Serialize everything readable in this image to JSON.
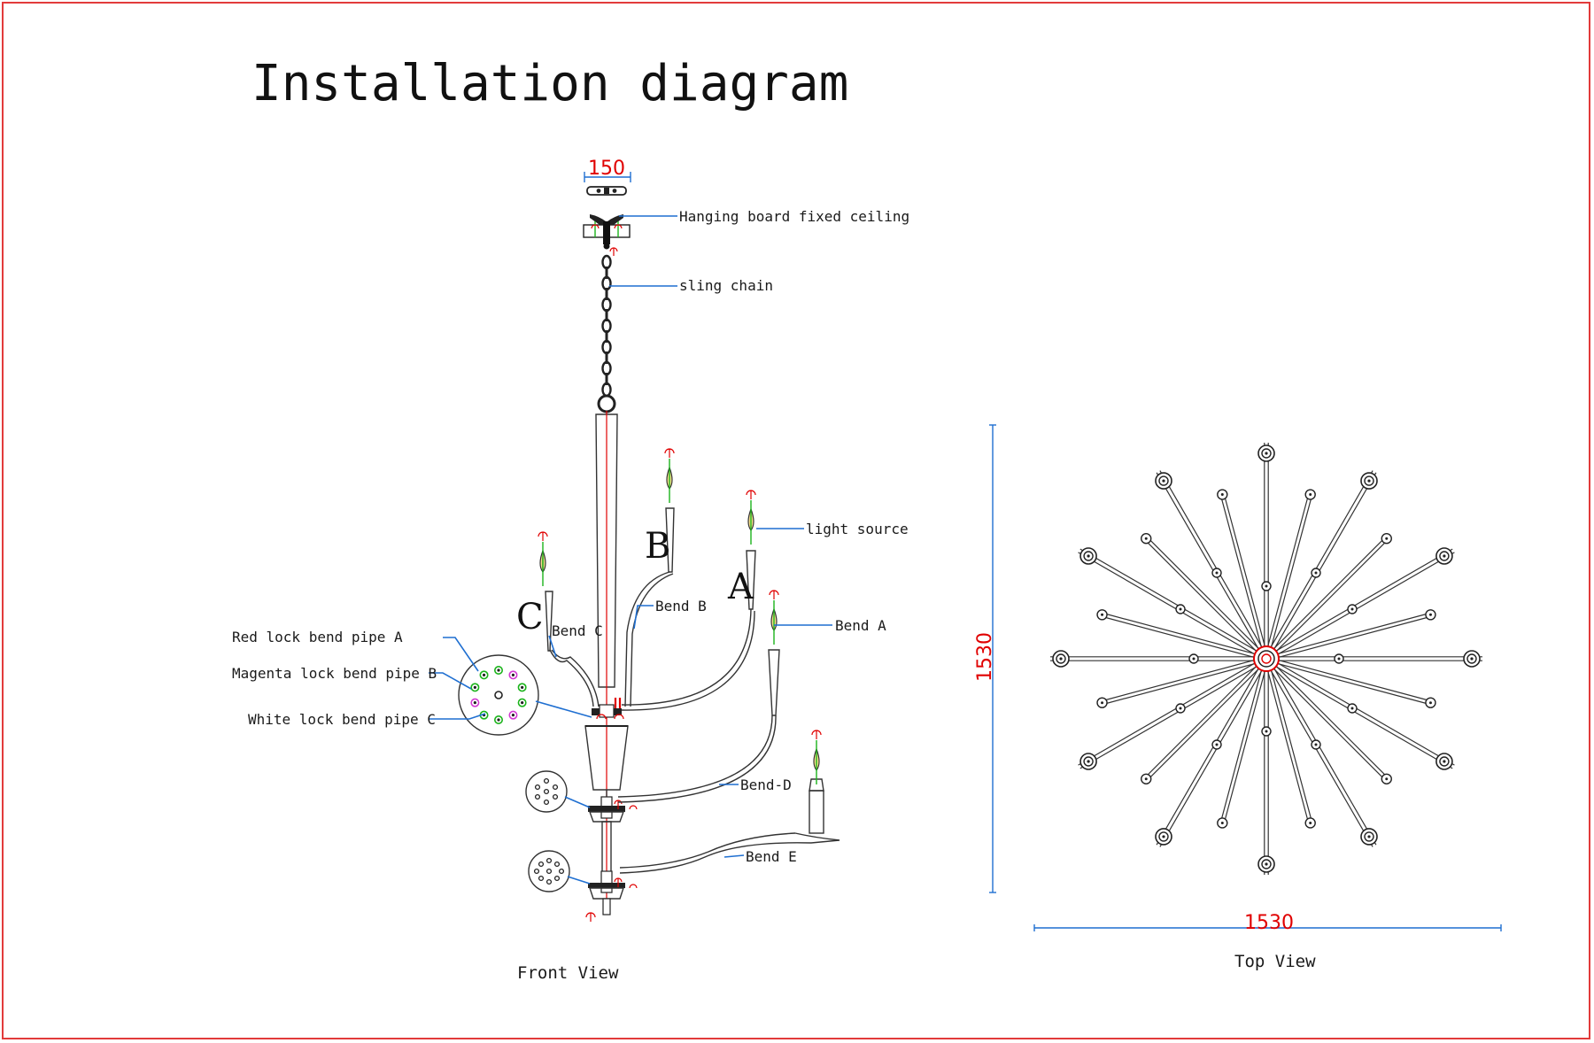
{
  "title": "Installation diagram",
  "front_view": {
    "caption": "Front View",
    "dimension": "150",
    "labels": {
      "hanging_board": "Hanging board fixed ceiling",
      "sling_chain": "sling chain",
      "light_source": "light source",
      "bend_a": "Bend A",
      "bend_b": "Bend B",
      "bend_c": "Bend C",
      "bend_d": "Bend-D",
      "bend_e": "Bend E",
      "red_lock": "Red lock bend pipe A",
      "magenta_lock": "Magenta lock bend pipe B",
      "white_lock": "White lock bend pipe C"
    },
    "arm_letters": {
      "a": "A",
      "b": "B",
      "c": "C"
    }
  },
  "top_view": {
    "caption": "Top View",
    "width_dimension": "1530",
    "height_dimension": "1530"
  },
  "colors": {
    "frame": "#e23b3b",
    "leader": "#1f6fd1",
    "dimension_text": "#e00000",
    "lock_red": "#e00000",
    "lock_magenta": "#d23ad2",
    "lock_green": "#1bb31b"
  }
}
